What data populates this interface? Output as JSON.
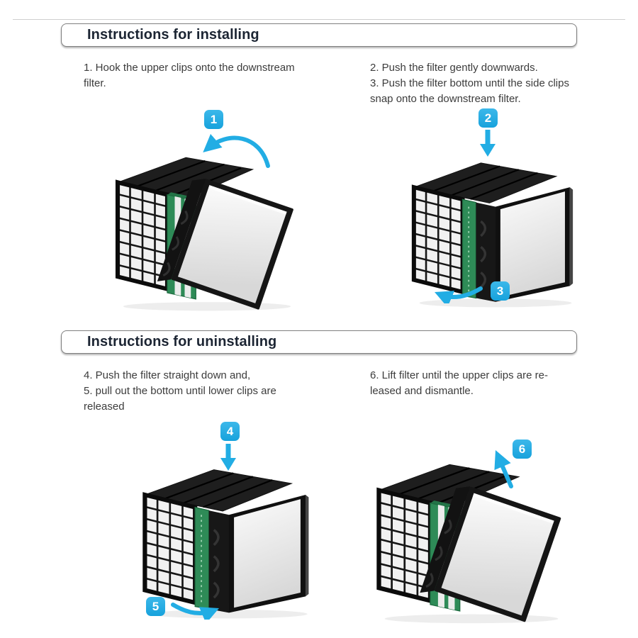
{
  "page": {
    "background": "#ffffff"
  },
  "colors": {
    "accent_blue": "#22ADE4",
    "filter_green": "#2E8B57",
    "heading_text": "#1C2533",
    "body_text": "#3C3C3C",
    "box_border": "#7F7F7F"
  },
  "sections": [
    {
      "title": "Instructions for installing",
      "columns": [
        {
          "lines": [
            "1. Hook the upper clips onto the downstream",
            "filter."
          ]
        },
        {
          "lines": [
            "2. Push the filter gently downwards.",
            "3. Push the filter bottom until the side clips",
            "snap onto the downstream filter."
          ]
        }
      ]
    },
    {
      "title": "Instructions for uninstalling",
      "columns": [
        {
          "lines": [
            "4. Push the filter straight down and,",
            "5. pull out the bottom until lower clips are",
            "released"
          ]
        },
        {
          "lines": [
            "6. Lift filter until the upper clips are re-",
            "leased and dismantle."
          ]
        }
      ]
    }
  ],
  "figures": [
    {
      "badge": "1",
      "arrow_icon": "curved-hook-arrow-icon",
      "illustration": "filter-panel-tilted-open"
    },
    {
      "badge": "2",
      "arrow_icon": "down-arrow-icon",
      "illustration": "filter-assembled"
    },
    {
      "badge": "3",
      "arrow_icon": "swing-left-arrow-icon",
      "illustration": "filter-assembled"
    },
    {
      "badge": "4",
      "arrow_icon": "down-arrow-icon",
      "illustration": "filter-assembled"
    },
    {
      "badge": "5",
      "arrow_icon": "pull-right-arrow-icon",
      "illustration": "filter-assembled"
    },
    {
      "badge": "6",
      "arrow_icon": "lift-up-arrow-icon",
      "illustration": "filter-panel-tilted-open"
    }
  ]
}
